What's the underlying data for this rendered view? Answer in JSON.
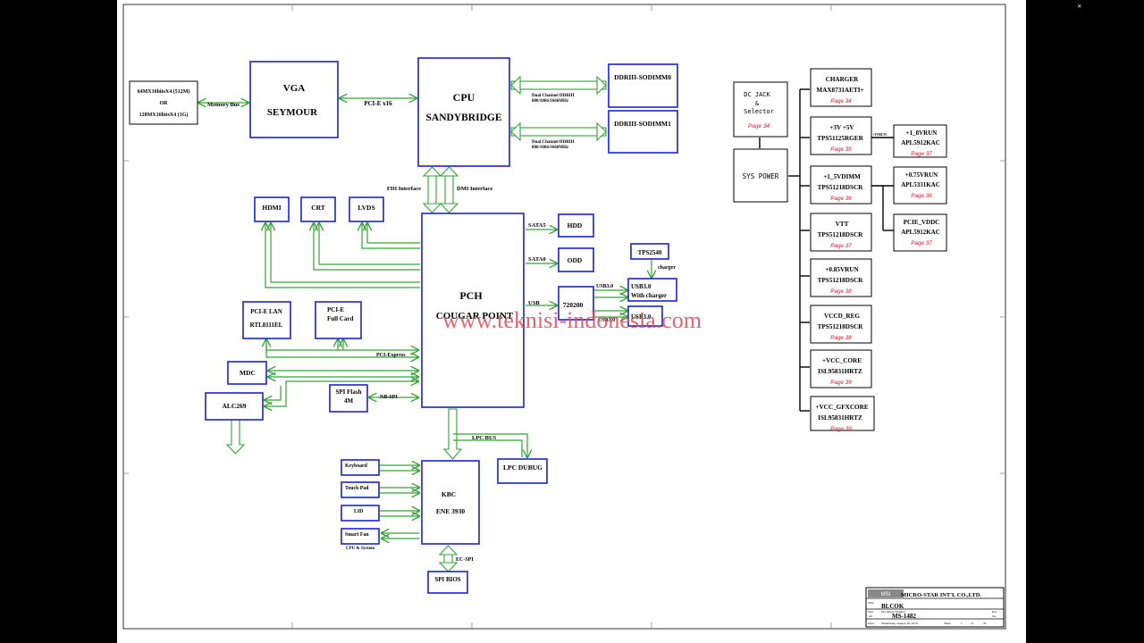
{
  "colors": {
    "block_border": "#1a23c8",
    "connector": "#33a333",
    "page_ref": "#e0142a",
    "watermark": "#e24a5a"
  },
  "mem": {
    "line1": "64MX16bitsX4 (512M)",
    "line2": "OR",
    "line3": "128MX16bitsX4 (1G)"
  },
  "vga": {
    "line1": "VGA",
    "line2": "SEYMOUR"
  },
  "cpu": {
    "line1": "CPU",
    "line2": "SANDYBRIDGE"
  },
  "pch": {
    "line1": "PCH",
    "line2": "COUGAR POINT"
  },
  "ddr0": "DDRIII-SODIMM0",
  "ddr1": "DDRIII-SODIMM1",
  "ddr_note": {
    "line1": "Dual Channel DDRIII",
    "line2": "800/1066/1666MHz"
  },
  "buses": {
    "memory_bus": "Memory Bus",
    "pcie_x16": "PCI-E x16",
    "fdi": "FDI Interface",
    "dmi": "DMI Interface",
    "sata5": "SATA5",
    "sata0": "SATA0",
    "usb": "USB",
    "usb3a": "USB3.0",
    "usb3b": "USB3.0",
    "charger": "charger",
    "pci_express": "PCI-Express",
    "nb_spi": "NB-SPI",
    "lpc_bus": "LPC BUS",
    "ec_spi": "EC-SPI"
  },
  "hdmi": "HDMI",
  "crt": "CRT",
  "lvds": "LVDS",
  "hdd": "HDD",
  "odd": "ODD",
  "tps2540": "TPS2540",
  "usb_ctrl": "720200",
  "usb3_charger": {
    "line1": "USB3.0",
    "line2": "With charger"
  },
  "usb3": "USB3.0",
  "lan": {
    "line1": "PCI-E LAN",
    "line2": "RTL8111EL"
  },
  "fullcard": {
    "line1": "PCI-E",
    "line2": "Full Card"
  },
  "mdc": "MDC",
  "alc": "ALC269",
  "spiflash": {
    "line1": "SPI Flash",
    "line2": "4M"
  },
  "lpc_debug": "LPC DUBUG",
  "kbc": {
    "line1": "KBC",
    "line2": "ENE 3930"
  },
  "kbc_inputs": {
    "keyboard": "Keyboard",
    "touchpad": "Touch Pad",
    "lid": "LID",
    "smartfan": "Smart Fan",
    "cpu_sys": "CPU & System"
  },
  "spi_bios": "SPI BIOS",
  "dcjack": {
    "line1": "DC JACK",
    "line2": "&",
    "line3": "Selector",
    "page": "Page 34"
  },
  "syspower": "SYS POWER",
  "power": [
    {
      "l1": "CHARGER",
      "l2": "MAX8731AETI+",
      "page": "Page 34"
    },
    {
      "l1": "+3V +5V",
      "l2": "TPS51125RGER",
      "page": "Page 35"
    },
    {
      "l1": "+1_5VDIMM",
      "l2": "TPS51218DSCR",
      "page": "Page 36"
    },
    {
      "l1": "VTT",
      "l2": "TPS51218DSCR",
      "page": "Page 37"
    },
    {
      "l1": "+0.85VRUN",
      "l2": "TPS51218DSCR",
      "page": "Page 38"
    },
    {
      "l1": "VCCD_REG",
      "l2": "TPS51218DSCR",
      "page": "Page 38"
    },
    {
      "l1": "+VCC_CORE",
      "l2": "ISL95831HRTZ",
      "page": "Page 39"
    },
    {
      "l1": "+VCC_GFXCORE",
      "l2": "ISL95831HRTZ",
      "page": "Page 39"
    }
  ],
  "sub_power": [
    {
      "l1": "+1_8VRUN",
      "l2": "APL5912KAC",
      "page": "Page 37"
    },
    {
      "l1": "+0.75VRUN",
      "l2": "APL5331KAC",
      "page": "Page 36"
    },
    {
      "l1": "PCIE_VDDC",
      "l2": "APL5912KAC",
      "page": "Page 37"
    }
  ],
  "rail_3vrun": "+3VRUN",
  "watermark": "www.teknisi-indonesia.com",
  "title_block": {
    "company": "MICRO-STAR INT'L CO.,LTD.",
    "logo": "MSI",
    "title_label": "Title",
    "title": "BLCOK",
    "doc_label": "Document Number",
    "doc": "MS-1482",
    "rev_label": "Rev",
    "rev": "0A",
    "size_label": "Size",
    "size": "A3",
    "date_label": "Date:",
    "date": "Wednesday, August 18, 2010",
    "sheet_label": "Sheet",
    "sheet": "1",
    "of_label": "of",
    "of": "45"
  }
}
